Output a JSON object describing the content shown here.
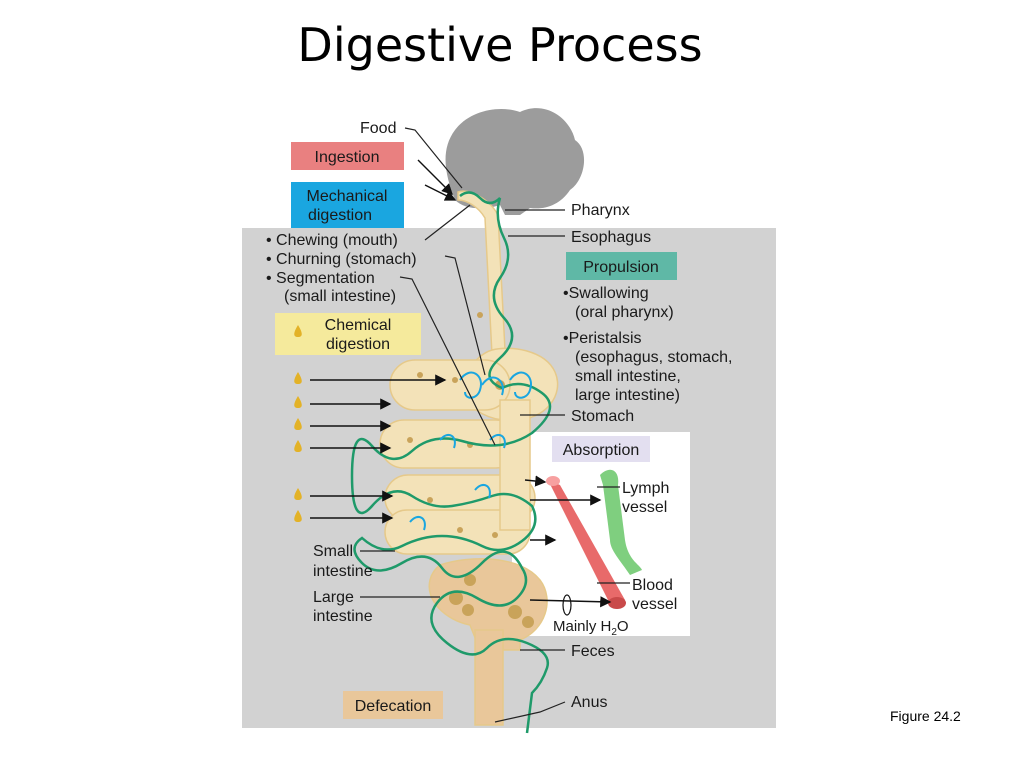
{
  "title": "Digestive Process",
  "caption": "Figure 24.2",
  "boxes": {
    "ingestion": "Ingestion",
    "mechanical": [
      "Mechanical",
      "digestion"
    ],
    "chemical": [
      "Chemical",
      "digestion"
    ],
    "propulsion": "Propulsion",
    "absorption": "Absorption",
    "defecation": "Defecation"
  },
  "mechanical_items": [
    "• Chewing (mouth)",
    "• Churning (stomach)",
    "• Segmentation",
    "(small intestine)"
  ],
  "propulsion_items": [
    "•Swallowing",
    "(oral pharynx)",
    "•Peristalsis",
    "(esophagus, stomach,",
    "small intestine,",
    "large intestine)"
  ],
  "organ_labels": {
    "food": "Food",
    "pharynx": "Pharynx",
    "esophagus": "Esophagus",
    "stomach": "Stomach",
    "small_intestine": [
      "Small",
      "intestine"
    ],
    "large_intestine": [
      "Large",
      "intestine"
    ],
    "lymph_vessel": [
      "Lymph",
      "vessel"
    ],
    "blood_vessel": [
      "Blood",
      "vessel"
    ],
    "mainly_water": "Mainly H",
    "water_subscript": "2",
    "water_suffix": "O",
    "feces": "Feces",
    "anus": "Anus"
  },
  "colors": {
    "ingestion": "#e98080",
    "mechanical": "#1aa6e0",
    "chemical": "#f5ea9c",
    "propulsion": "#5fb8a6",
    "absorption": "#e3dff0",
    "defecation": "#e9c79a",
    "panel": "#d2d2d2",
    "tract": "#f3e2b8",
    "tract_edge": "#e6c98a",
    "nerve": "#1f9a6a",
    "blood": "#e86a6a",
    "lymph": "#7fcf7f",
    "enzyme": "#e3b227"
  }
}
